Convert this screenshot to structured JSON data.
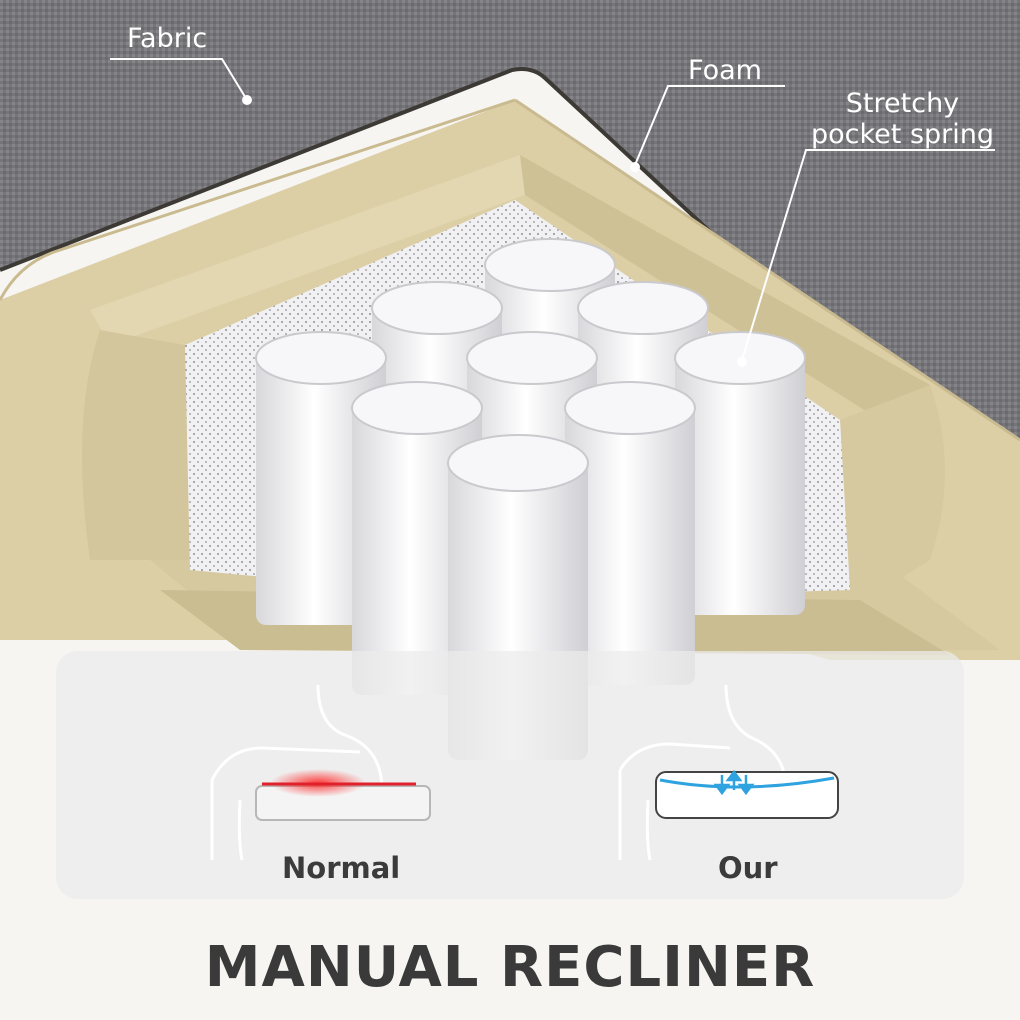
{
  "labels": {
    "fabric": "Fabric",
    "foam": "Foam",
    "spring_line1": "Stretchy",
    "spring_line2": "pocket spring"
  },
  "comparison": {
    "normal": "Normal",
    "our": "Our"
  },
  "headline": "MANUAL RECLINER",
  "colors": {
    "fabric": "#76767a",
    "foam": "#dccfa6",
    "spring": "#f1f1f3",
    "pressure_red": "#e0202a",
    "support_blue": "#2fa3e0",
    "headline": "#3a3a3a"
  }
}
